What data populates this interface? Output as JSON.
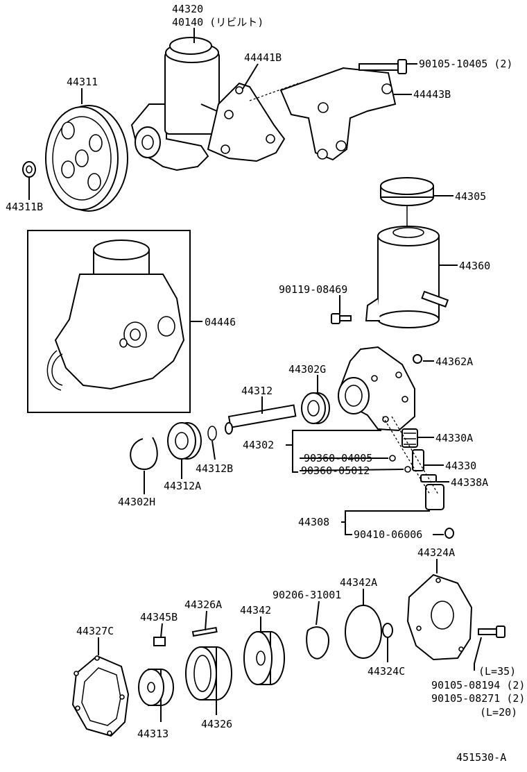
{
  "diagram_id": "451530-A",
  "labels": {
    "p44320": "44320",
    "p40140": "40140 (リビルト)",
    "p44441B": "44441B",
    "p90105_10405": "90105-10405 (2)",
    "p44311": "44311",
    "p44443B": "44443B",
    "p44311B": "44311B",
    "p44305": "44305",
    "p44360": "44360",
    "p90119": "90119-08469",
    "p04446": "04446",
    "p44302G": "44302G",
    "p44362A": "44362A",
    "p44312": "44312",
    "p44330A": "44330A",
    "p44302": "44302",
    "p90360_04005": "90360-04005",
    "p44330": "44330",
    "p90360_05012": "90360-05012",
    "p44338A": "44338A",
    "p44312B": "44312B",
    "p44312A": "44312A",
    "p44302H": "44302H",
    "p44308": "44308",
    "p90410": "90410-06006",
    "p44324A": "44324A",
    "p44342A": "44342A",
    "p90206": "90206-31001",
    "p44326A": "44326A",
    "p44345B": "44345B",
    "p44342": "44342",
    "p44327C": "44327C",
    "pL35": "(L=35)",
    "p90105_08194": "90105-08194 (2)",
    "p44324C": "44324C",
    "p90105_08271": "90105-08271 (2)",
    "pL20": "(L=20)",
    "p44313": "44313",
    "p44326": "44326"
  }
}
